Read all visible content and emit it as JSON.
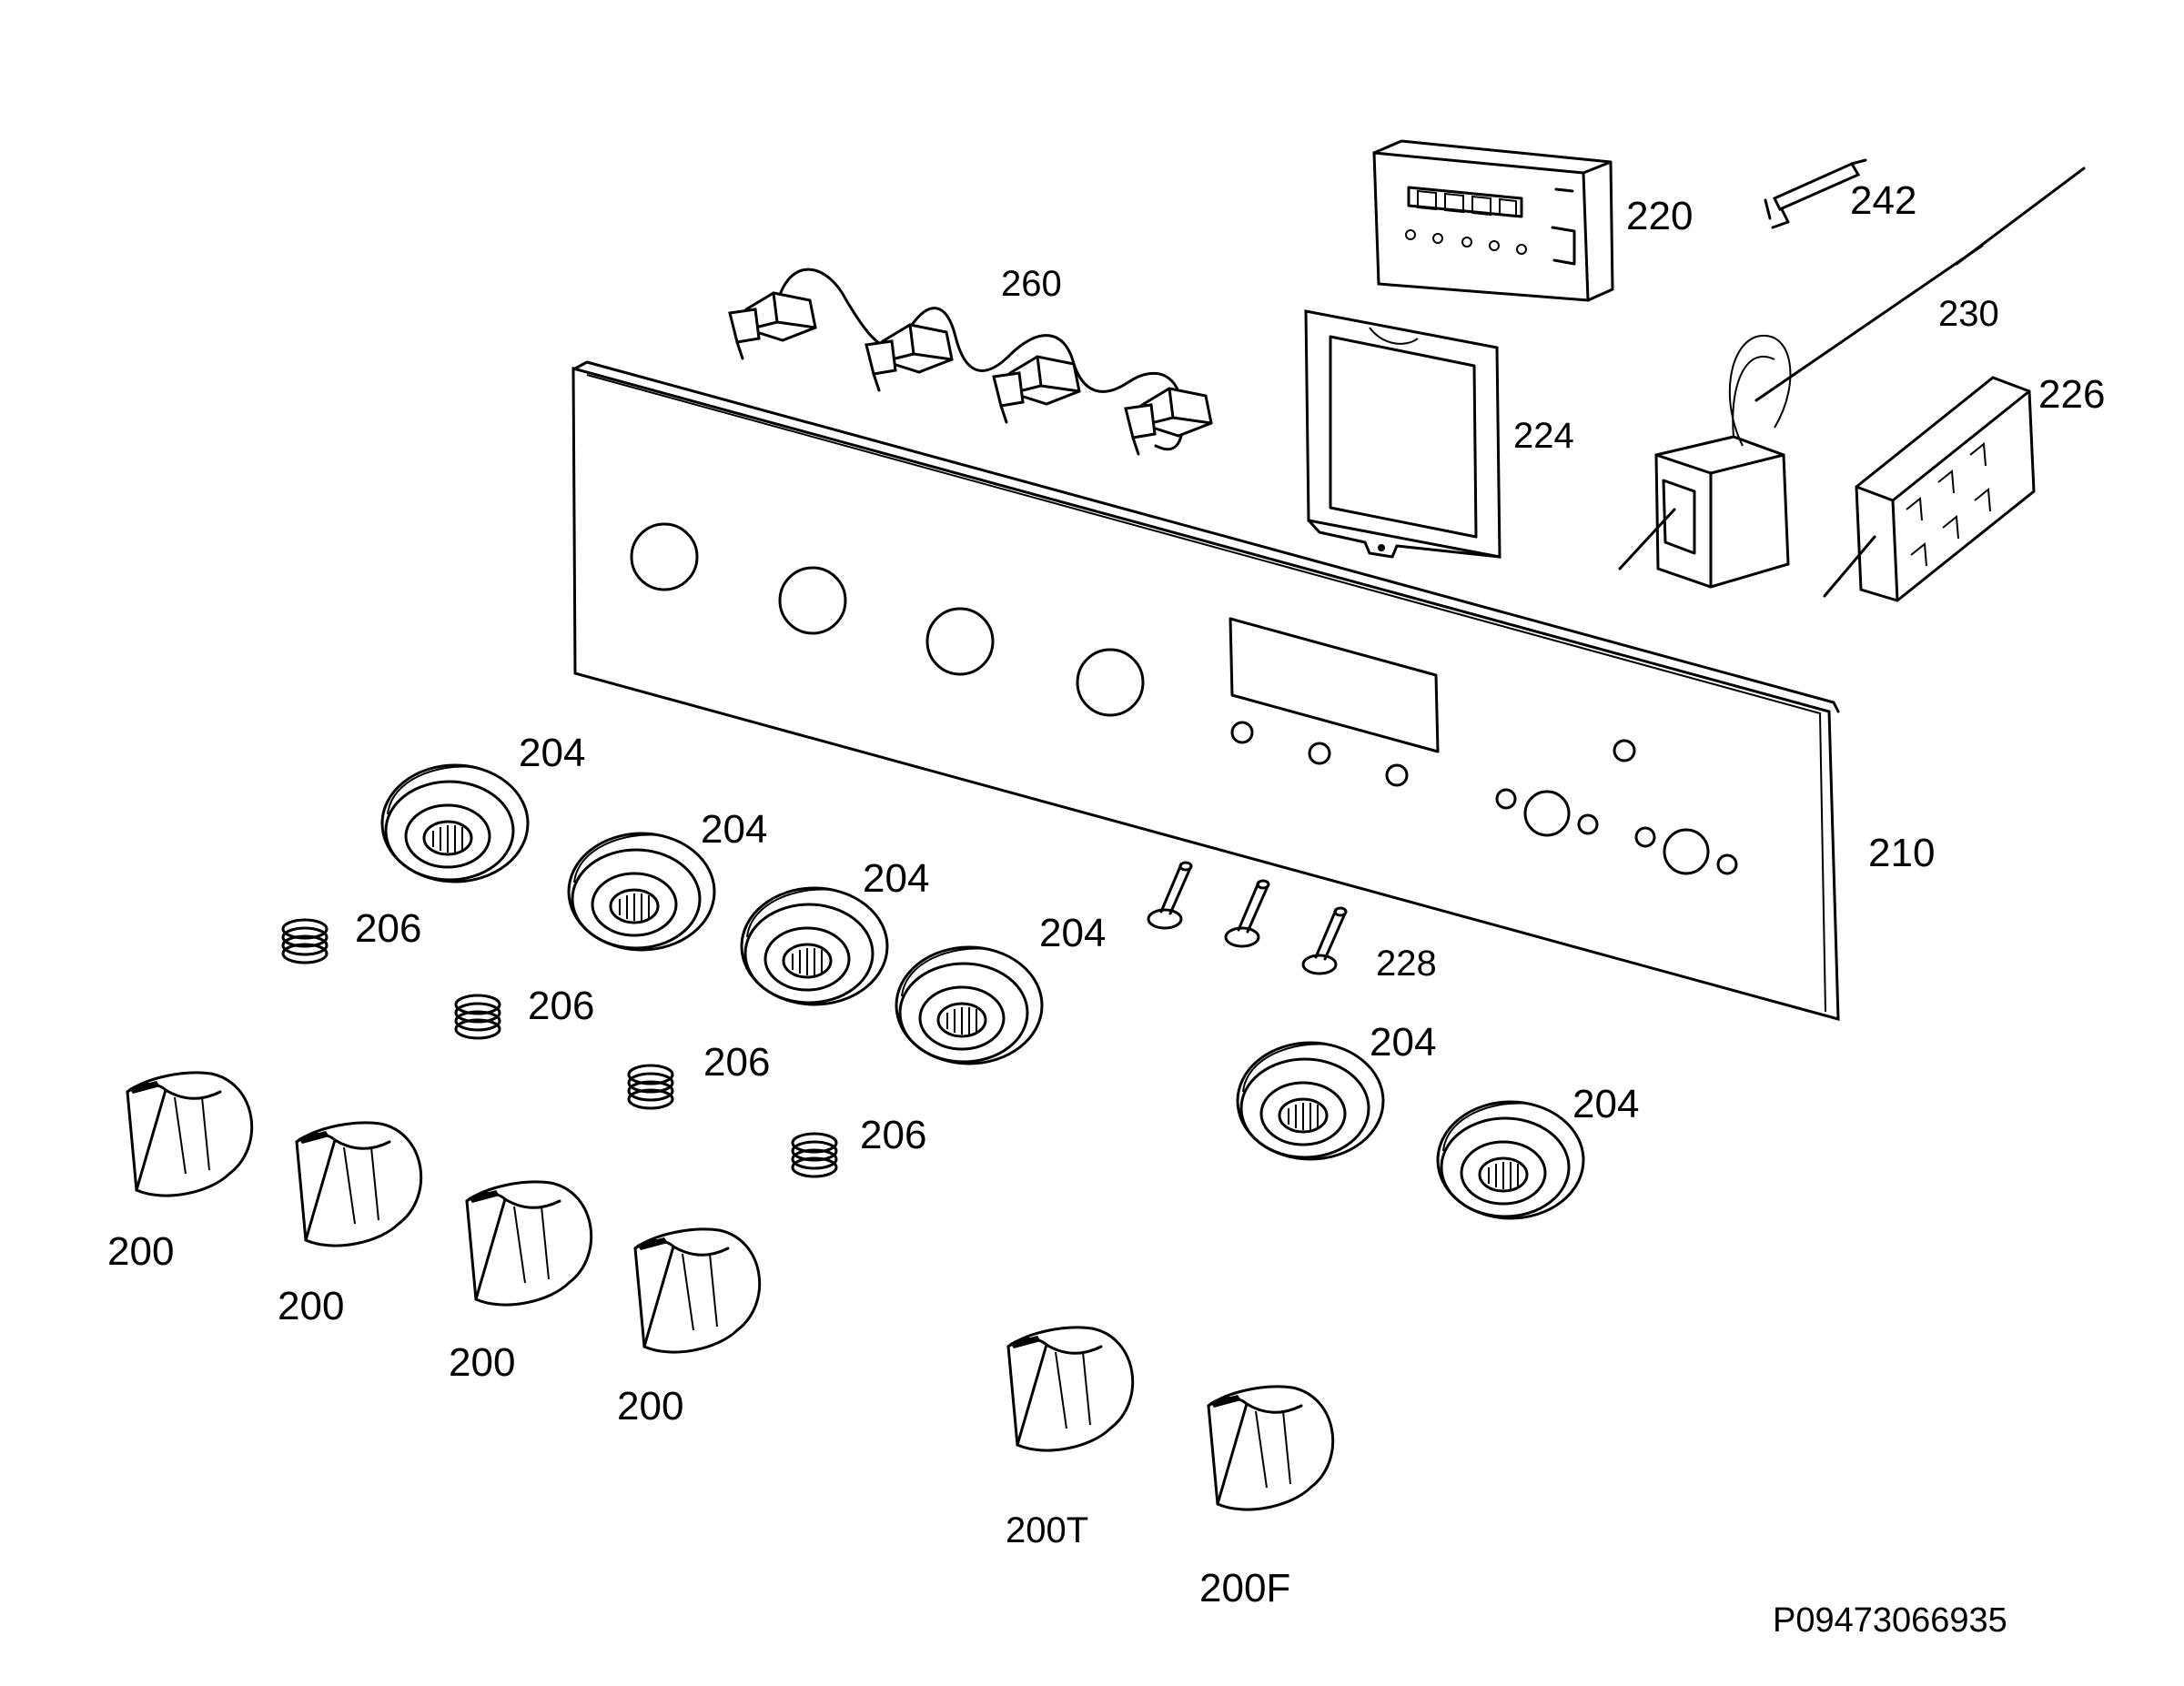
{
  "labels": {
    "p200a": "200",
    "p200b": "200",
    "p200c": "200",
    "p200d": "200",
    "p200t": "200T",
    "p200f": "200F",
    "p204a": "204",
    "p204b": "204",
    "p204c": "204",
    "p204d": "204",
    "p204e": "204",
    "p204f": "204",
    "p206a": "206",
    "p206b": "206",
    "p206c": "206",
    "p206d": "206",
    "p210": "210",
    "p220": "220",
    "p224": "224",
    "p226": "226",
    "p228": "228",
    "p230": "230",
    "p242": "242",
    "p260": "260"
  },
  "drawing_code": "P09473066935",
  "colors": {
    "line": "#000000",
    "background": "#ffffff"
  }
}
